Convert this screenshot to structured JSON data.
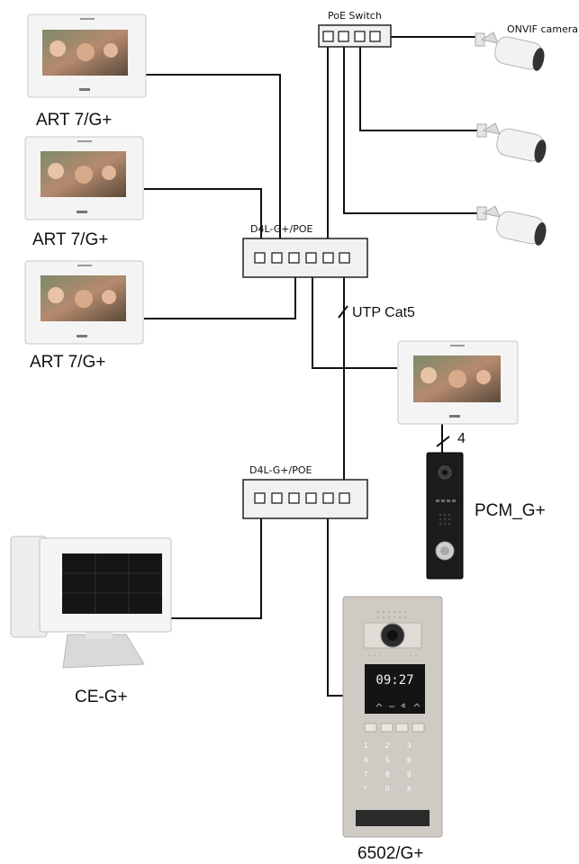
{
  "labels": {
    "poe_switch": "PoE Switch",
    "onvif_camera": "ONVIF camera",
    "art_1": "ART 7/G+",
    "art_2": "ART 7/G+",
    "art_3": "ART 7/G+",
    "d4l_top": "D4L-G+/POE",
    "d4l_bottom": "D4L-G+/POE",
    "utp": "UTP Cat5",
    "wire_count": "4",
    "pcm": "PCM_G+",
    "ce": "CE-G+",
    "panel": "6502/G+"
  },
  "panel_display": {
    "time": "09:27"
  },
  "keypad": {
    "keys": [
      "1",
      "2",
      "3",
      "4",
      "5",
      "6",
      "7",
      "8",
      "9",
      "*",
      "0",
      "#"
    ]
  },
  "colors": {
    "wire": "#111111",
    "switch_fill": "#f1f1f1",
    "monitor_frame": "#f4f4f4",
    "panel_body": "#cfcac4",
    "intercom_body": "#1c1c1c"
  }
}
